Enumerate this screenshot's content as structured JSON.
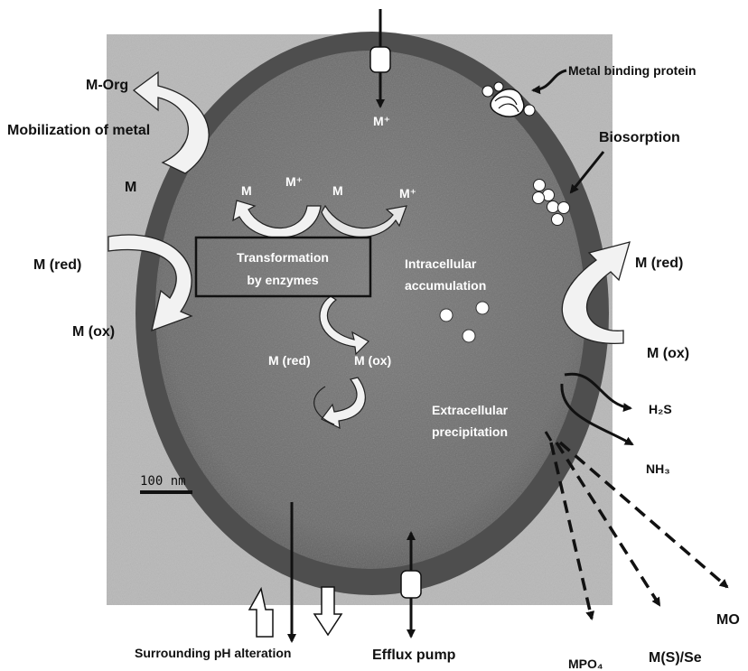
{
  "scale_bar": "100 nm",
  "labels": {
    "m_org": "M-Org",
    "mobilization": "Mobilization of metal",
    "m_left": "M",
    "metal_binding": "Metal binding protein",
    "biosorption": "Biosorption",
    "m_plus_top": "M⁺",
    "m1": "M",
    "m_plus1": "M⁺",
    "m2": "M",
    "m_plus2": "M⁺",
    "m_red_left": "M (red)",
    "m_ox_left": "M (ox)",
    "transformation_line1": "Transformation",
    "transformation_line2": "by enzymes",
    "intracellular_line1": "Intracellular",
    "intracellular_line2": "accumulation",
    "m_red_inner": "M (red)",
    "m_ox_inner": "M (ox)",
    "m_red_right": "M (red)",
    "m_ox_right": "M (ox)",
    "extracellular_line1": "Extracellular",
    "extracellular_line2": "precipitation",
    "h2s": "H₂S",
    "nh3": "NH₃",
    "surrounding_ph": "Surrounding pH alteration",
    "efflux": "Efflux pump",
    "mpo4": "MPO₄",
    "ms_se": "M(S)/Se",
    "mo": "MO"
  },
  "colors": {
    "photo_bg": "#b9b9b9",
    "cell_wall": "#5a5a5a",
    "cytoplasm": "#6f6f6f",
    "arrow_fill": "#f2f2f2",
    "ink": "#111111"
  }
}
